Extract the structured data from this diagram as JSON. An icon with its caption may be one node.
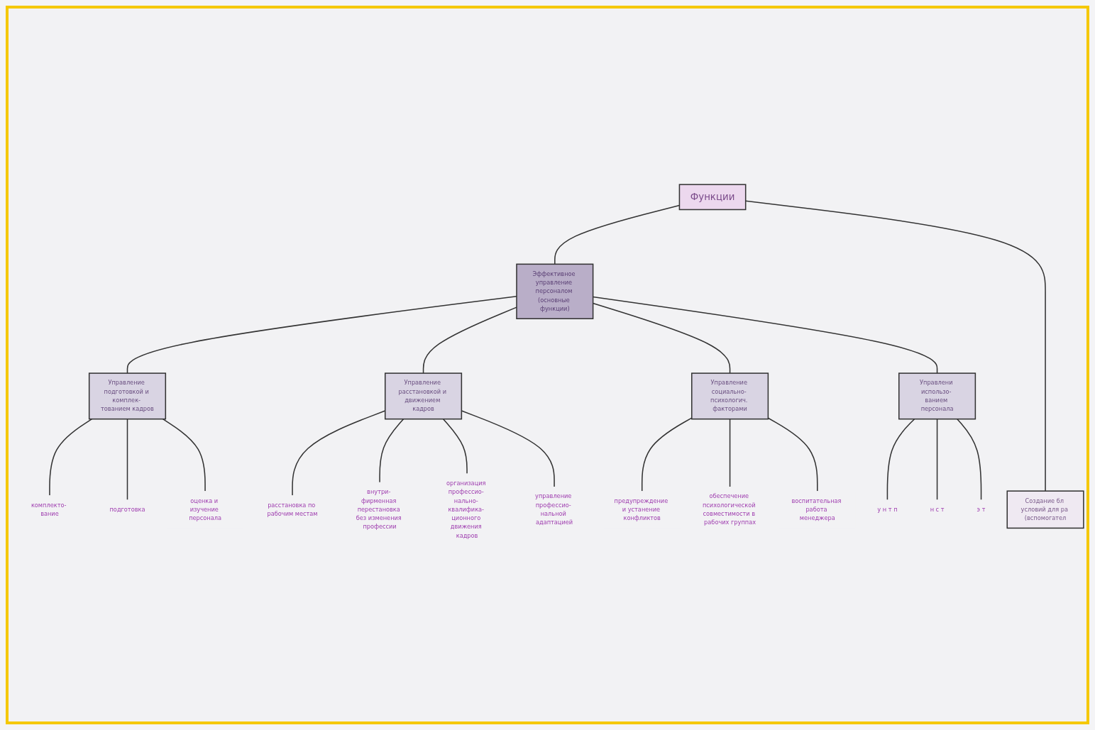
{
  "diagram": {
    "nodes": [
      {
        "text": [
          "Функции"
        ]
      },
      {
        "text": [
          "Эффективное управление персоналом (основные функции)"
        ]
      },
      {
        "text": [
          "Создание бл условий для ра (вспомогател"
        ]
      },
      {
        "text": [
          "Управление подготовкой и комплек- тованием кадров"
        ]
      },
      {
        "text": [
          "Управление расстановкой и движением кадров"
        ]
      },
      {
        "text": [
          "Управление социально- психологич. факторами"
        ]
      },
      {
        "text": [
          "Управлени использо- ванием персонала"
        ]
      },
      {
        "text": [
          "комплекто- вание"
        ]
      },
      {
        "text": [
          "подготовка"
        ]
      },
      {
        "text": [
          "оценка и изучение персонала"
        ]
      },
      {
        "text": [
          "расстановка по рабочим местам"
        ]
      },
      {
        "text": [
          "внутри- фирменная перестановка без изменения профессии"
        ]
      },
      {
        "text": [
          "организация профессио- нально- квалифика- ционного движения кадров"
        ]
      },
      {
        "text": [
          "управление профессио- нальной адаптацией"
        ]
      },
      {
        "text": [
          "предупреждение и устанение конфликтов"
        ]
      },
      {
        "text": [
          "обеспечение психологической совместимости в рабочих группах"
        ]
      },
      {
        "text": [
          "воспитательная работа менеджера"
        ]
      },
      {
        "text": [
          "у н т п"
        ]
      },
      {
        "text": [
          "н с т"
        ]
      },
      {
        "text": [
          "э т"
        ]
      }
    ],
    "edges": [
      {
        "from": 0,
        "to": 1,
        "arrow": "none"
      },
      {
        "from": 0,
        "to": 2,
        "arrow": "none"
      },
      {
        "from": 1,
        "to": 3,
        "arrow": "none"
      },
      {
        "from": 1,
        "to": 4,
        "arrow": "none"
      },
      {
        "from": 1,
        "to": 5,
        "arrow": "none"
      },
      {
        "from": 1,
        "to": 6,
        "arrow": "none"
      },
      {
        "from": 3,
        "to": 7,
        "arrow": "none"
      },
      {
        "from": 3,
        "to": 8,
        "arrow": "none"
      },
      {
        "from": 3,
        "to": 9,
        "arrow": "none"
      },
      {
        "from": 4,
        "to": 10,
        "arrow": "none"
      },
      {
        "from": 4,
        "to": 11,
        "arrow": "none"
      },
      {
        "from": 4,
        "to": 12,
        "arrow": "none"
      },
      {
        "from": 4,
        "to": 13,
        "arrow": "none"
      },
      {
        "from": 5,
        "to": 14,
        "arrow": "none"
      },
      {
        "from": 5,
        "to": 15,
        "arrow": "none"
      },
      {
        "from": 5,
        "to": 16,
        "arrow": "none"
      },
      {
        "from": 6,
        "to": 17,
        "arrow": "none"
      },
      {
        "from": 6,
        "to": 18,
        "arrow": "none"
      },
      {
        "from": 6,
        "to": 19,
        "arrow": "none"
      }
    ]
  }
}
